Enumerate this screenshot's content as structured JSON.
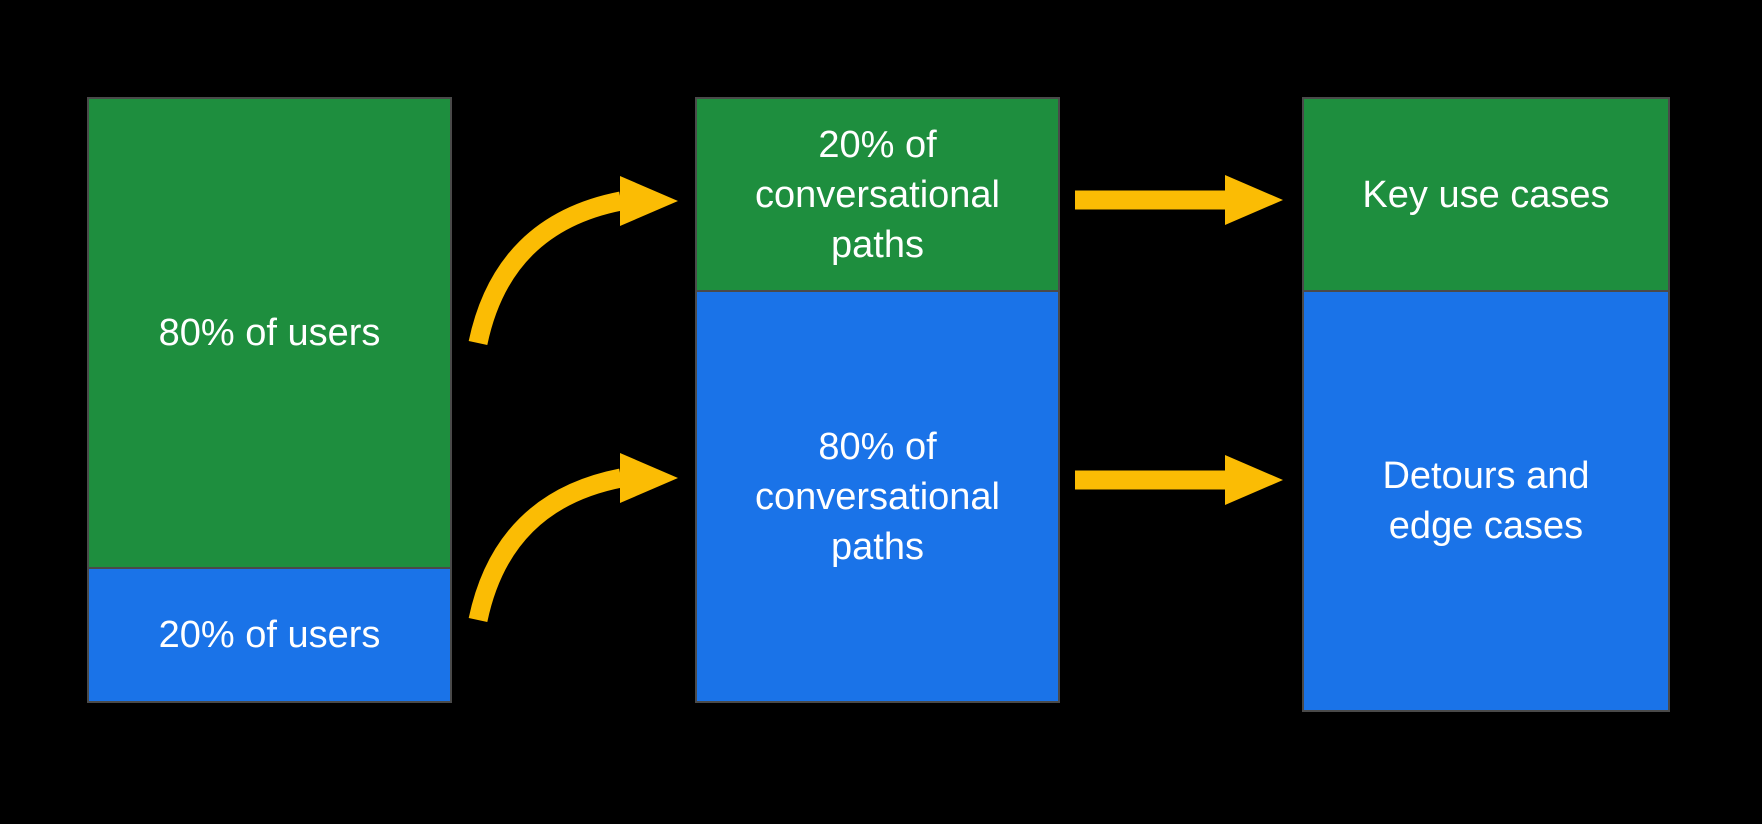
{
  "colors": {
    "green": "#1E8E3E",
    "blue": "#1A73E8",
    "arrow": "#FBBC04",
    "border": "#4A4A4A",
    "text": "#FFFFFF",
    "background": "#000000"
  },
  "flow": {
    "columns": [
      {
        "name": "users",
        "segments": [
          {
            "color": "green",
            "lines": [
              "80% of users"
            ]
          },
          {
            "color": "blue",
            "lines": [
              "20% of users"
            ]
          }
        ]
      },
      {
        "name": "conversational-paths",
        "segments": [
          {
            "color": "green",
            "lines": [
              "20% of",
              "conversational",
              "paths"
            ]
          },
          {
            "color": "blue",
            "lines": [
              "80% of",
              "conversational",
              "paths"
            ]
          }
        ]
      },
      {
        "name": "outcomes",
        "segments": [
          {
            "color": "green",
            "lines": [
              "Key use cases"
            ]
          },
          {
            "color": "blue",
            "lines": [
              "Detours and",
              "edge cases"
            ]
          }
        ]
      }
    ],
    "arrows": [
      {
        "name": "80% of users to 20% of conversational paths",
        "style": "curved"
      },
      {
        "name": "20% of users to 80% of conversational paths",
        "style": "curved"
      },
      {
        "name": "20% of conversational paths to key use cases",
        "style": "straight"
      },
      {
        "name": "80% of conversational paths to detours and edge cases",
        "style": "straight"
      }
    ]
  }
}
